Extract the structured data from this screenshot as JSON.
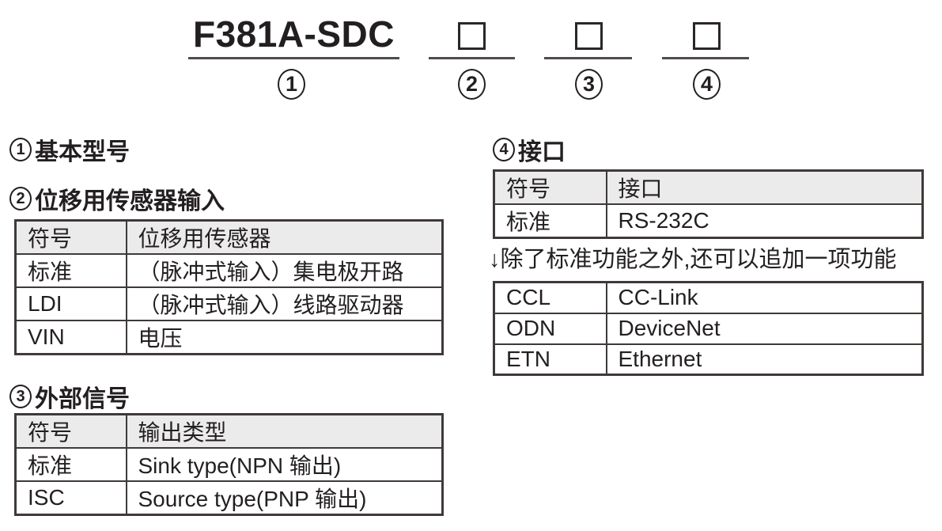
{
  "model": {
    "base": "F381A-SDC",
    "position_labels": [
      "1",
      "2",
      "3",
      "4"
    ]
  },
  "sections": {
    "s1": {
      "num": "1",
      "title": "基本型号"
    },
    "s2": {
      "num": "2",
      "title": "位移用传感器输入",
      "table": {
        "headers": [
          "符号",
          "位移用传感器"
        ],
        "rows": [
          [
            "标准",
            "（脉冲式输入）集电极开路"
          ],
          [
            "LDI",
            "（脉冲式输入）线路驱动器"
          ],
          [
            "VIN",
            "电压"
          ]
        ]
      }
    },
    "s3": {
      "num": "3",
      "title": "外部信号",
      "table": {
        "headers": [
          "符号",
          "输出类型"
        ],
        "rows": [
          [
            "标准",
            "Sink type(NPN 输出)"
          ],
          [
            "ISC",
            "Source type(PNP 输出)"
          ]
        ]
      }
    },
    "s4": {
      "num": "4",
      "title": "接口",
      "table": {
        "headers": [
          "符号",
          "接口"
        ],
        "rows": [
          [
            "标准",
            "RS-232C"
          ]
        ]
      },
      "note": "↓除了标准功能之外,还可以追加一项功能",
      "addon_table": {
        "rows": [
          [
            "CCL",
            "CC-Link"
          ],
          [
            "ODN",
            "DeviceNet"
          ],
          [
            "ETN",
            "Ethernet"
          ]
        ]
      }
    }
  },
  "colors": {
    "text": "#231f20",
    "table_border": "#3f3a38",
    "header_bg": "#ebebeb",
    "line": "#514b4a"
  }
}
